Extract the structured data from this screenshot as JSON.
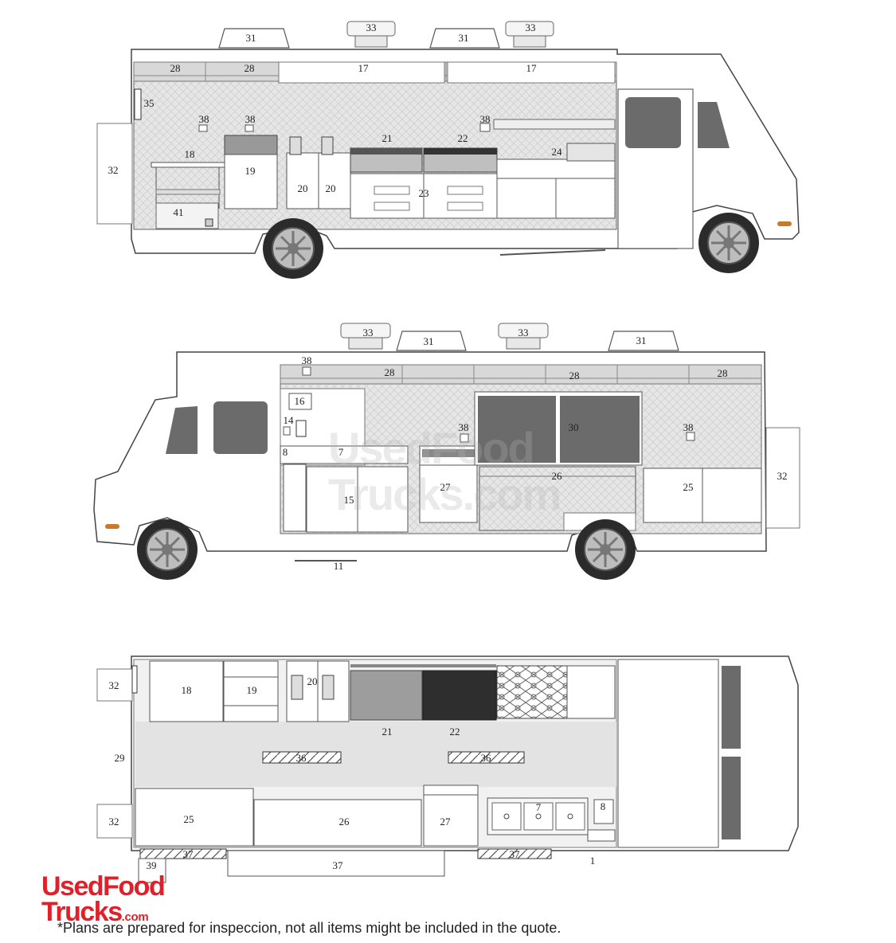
{
  "labels": {
    "n1": "1",
    "n7": "7",
    "n8": "8",
    "n11": "11",
    "n14": "14",
    "n15": "15",
    "n16": "16",
    "n17": "17",
    "n18": "18",
    "n19": "19",
    "n20": "20",
    "n21": "21",
    "n22": "22",
    "n23": "23",
    "n24": "24",
    "n25": "25",
    "n26": "26",
    "n27": "27",
    "n28": "28",
    "n29": "29",
    "n30": "30",
    "n31": "31",
    "n32": "32",
    "n33": "33",
    "n35": "35",
    "n36": "36",
    "n37": "37",
    "n38": "38",
    "n39": "39",
    "n41": "41"
  },
  "logo": {
    "line1": "UsedFood",
    "line2": "Trucks",
    "suffix": ".com"
  },
  "watermark": {
    "line1": "UsedFood",
    "line2": "Trucks.com"
  },
  "footnote": "*Plans are prepared for inspeccion, not all items might be included in the quote.",
  "colors": {
    "brand_red": "#e0202a",
    "wall_fill": "#e9e9e9",
    "floor_fill": "#efefef",
    "window_fill": "#6b6b6b",
    "griddle_fill": "#444444",
    "tire_fill": "#2b2b2b"
  }
}
